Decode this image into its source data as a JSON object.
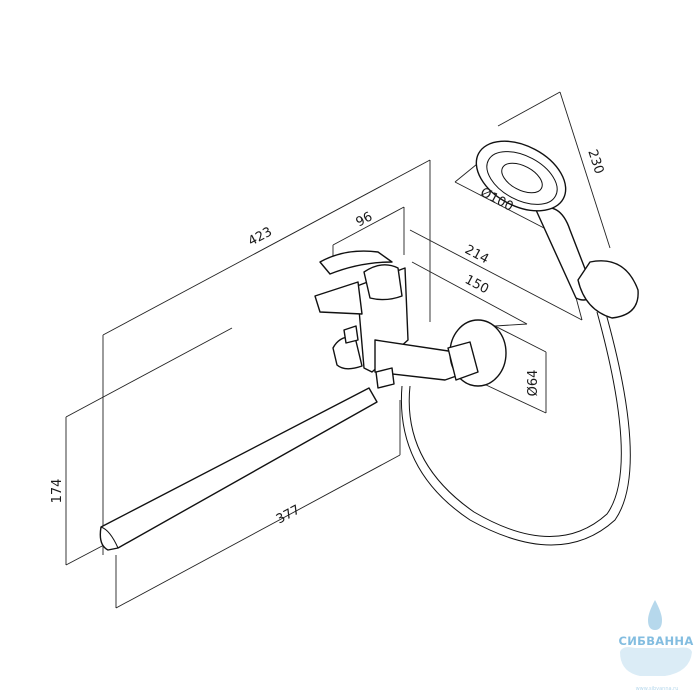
{
  "dimensions": {
    "total_reach": "423",
    "body_width": "96",
    "centre_to_shower": "214",
    "centre_to_wall": "150",
    "flange_diameter": "Ø64",
    "spout_height": "174",
    "spout_length": "377",
    "shower_head_length": "230",
    "shower_head_diameter": "Ø100"
  },
  "watermark": {
    "brand": "СИБВАННА",
    "url": "www.sibvanna.ru"
  },
  "colors": {
    "line": "#111111",
    "watermark": "#5aa8d6"
  }
}
